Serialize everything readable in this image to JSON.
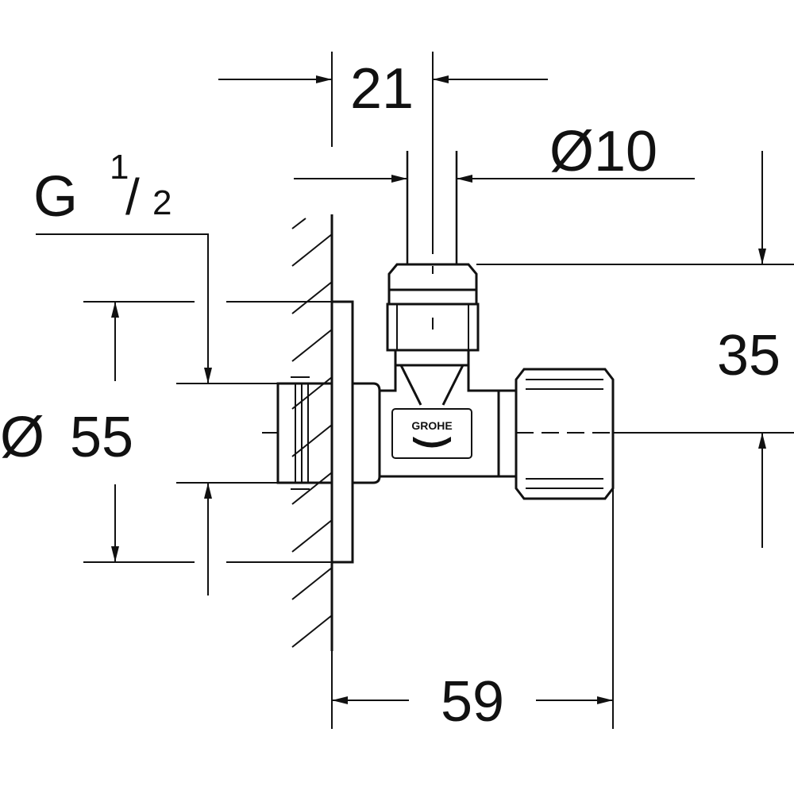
{
  "dimensions": {
    "top_width": "21",
    "pipe_diameter": "Ø10",
    "thread_prefix": "G",
    "thread_numerator": "1",
    "thread_slash": "/",
    "thread_denominator": "2",
    "rosette_diameter_symbol": "Ø",
    "rosette_diameter_value": "55",
    "height": "35",
    "depth": "59"
  },
  "brand_logo_text": "GROHE",
  "colors": {
    "ink": "#111111",
    "background": "#ffffff"
  }
}
